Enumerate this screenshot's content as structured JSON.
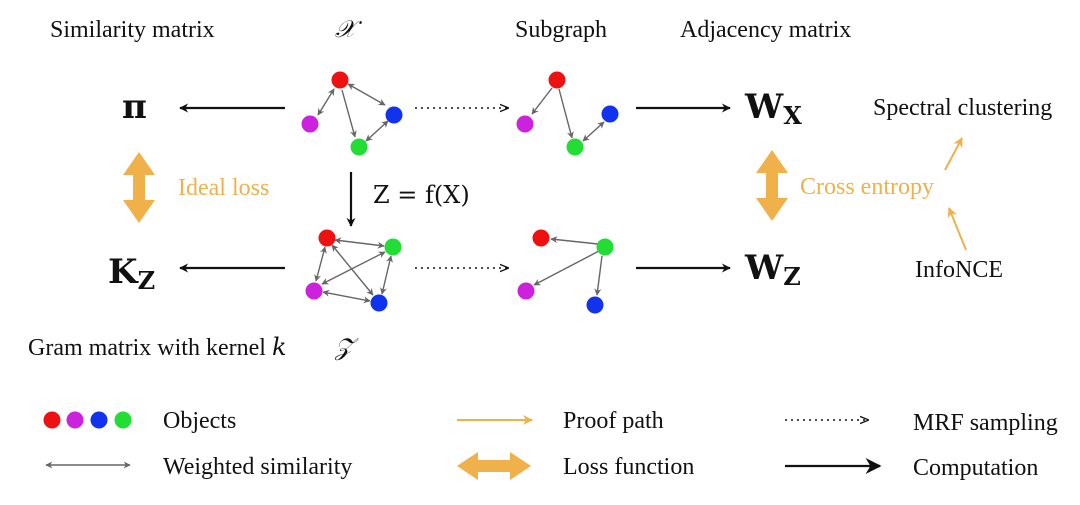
{
  "headers": {
    "similarity_matrix": "Similarity matrix",
    "x_space": "𝒳",
    "subgraph": "Subgraph",
    "adjacency_matrix": "Adjacency matrix"
  },
  "nodes": {
    "pi": "π",
    "k_main": "K",
    "k_sub": "Z",
    "wx_main": "W",
    "wx_sub": "X",
    "wz_main": "W",
    "wz_sub": "Z"
  },
  "labels": {
    "ideal_loss": "Ideal loss",
    "mapping": "Z = f(X)",
    "cross_entropy": "Cross entropy",
    "spectral_clustering": "Spectral clustering",
    "infonce": "InfoNCE",
    "gram_prefix": "Gram matrix with kernel ",
    "gram_k": "k",
    "z_space": "𝒵"
  },
  "legend": {
    "objects": "Objects",
    "weighted_similarity": "Weighted similarity",
    "proof_path": "Proof path",
    "loss_function": "Loss function",
    "mrf_sampling": "MRF sampling",
    "computation": "Computation"
  },
  "colors": {
    "red": "#ee1111",
    "magenta": "#cc22dd",
    "blue": "#1133ee",
    "green": "#22dd33",
    "orange": "#f0b04a",
    "gray_arrow": "#666666",
    "black": "#111111"
  }
}
